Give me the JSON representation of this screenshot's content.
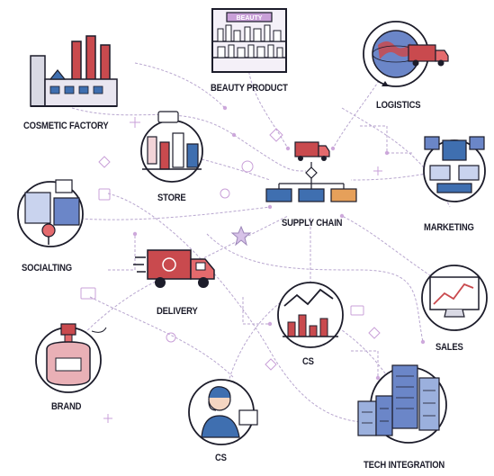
{
  "diagram": {
    "center": {
      "label": "SUPPLY CHAIN"
    },
    "nodes": {
      "beauty_product": {
        "label": "BEAUTY PRODUCT",
        "sign": "BEAUTY"
      },
      "logistics": {
        "label": "LOGISTICS"
      },
      "cosmetic_factory": {
        "label": "COSMETIC FACTORY"
      },
      "store": {
        "label": "STORE"
      },
      "marketing": {
        "label": "MARKETING"
      },
      "socialting": {
        "label": "SOCIALTING"
      },
      "delivery": {
        "label": "DELIVERY"
      },
      "sales": {
        "label": "SALES"
      },
      "cs_center": {
        "label": "CS"
      },
      "brand": {
        "label": "BRAND"
      },
      "cs_agent": {
        "label": "CS"
      },
      "tech_integration": {
        "label": "TECH INTEGRATION"
      }
    },
    "colors": {
      "ink": "#1c1c2a",
      "accent_red": "#c94a4e",
      "accent_blue": "#3f6fb0",
      "accent_pink": "#c9a0d8",
      "connector": "#b8a6cf"
    }
  }
}
